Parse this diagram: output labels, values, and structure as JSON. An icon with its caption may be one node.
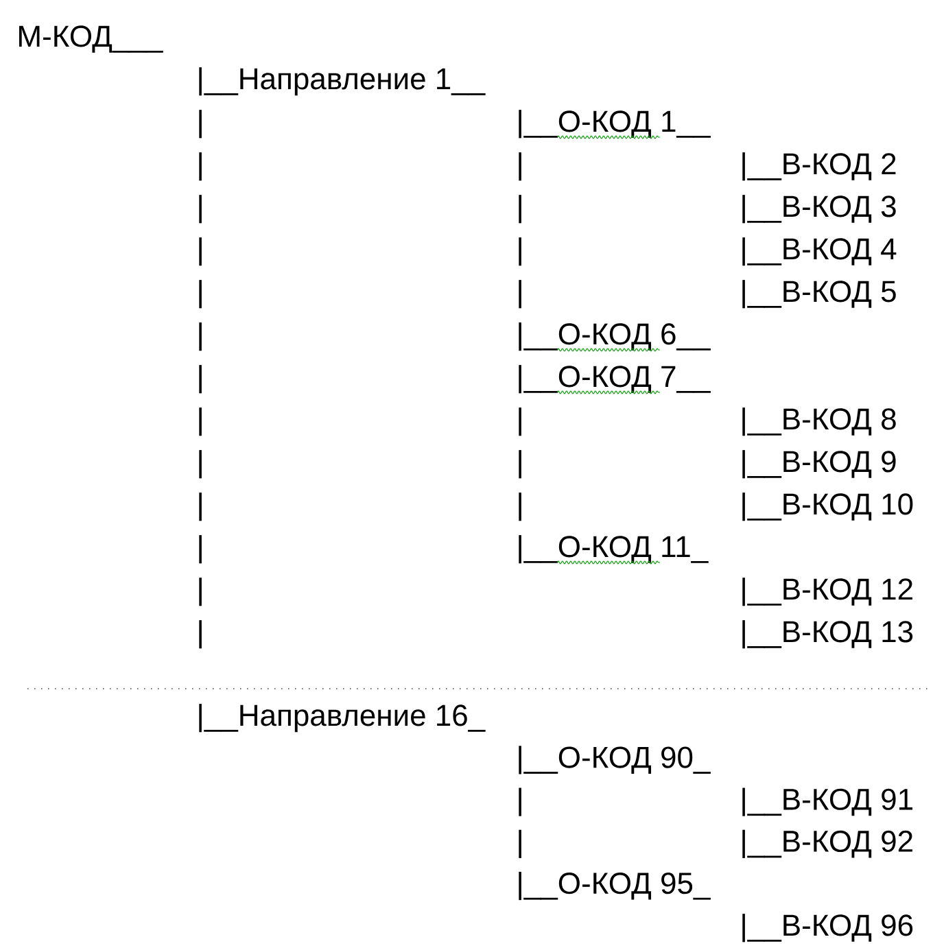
{
  "diagram": {
    "labels": [
      "М-КОД___",
      "|__Направление 1__",
      "|",
      "|__О-КОД 1__",
      "|",
      "|",
      "|__В-КОД 2",
      "|",
      "|",
      "|__В-КОД 3",
      "|",
      "|",
      "|__В-КОД 4",
      "|",
      "|",
      "|__В-КОД 5",
      "|",
      "|__О-КОД 6__",
      "|",
      "|__О-КОД 7__",
      "|",
      "|",
      "|__В-КОД 8",
      "|",
      "|",
      "|__В-КОД 9",
      "|",
      "|",
      "|__В-КОД 10",
      "|",
      "|__О-КОД 11_",
      "|",
      "|__В-КОД 12",
      "|",
      "|__В-КОД 13",
      "|__Направление 16_",
      "|__О-КОД 90_",
      "|",
      "|__В-КОД 91",
      "|",
      "|__В-КОД 92",
      "|__О-КОД 95_",
      "|__В-КОД 96"
    ]
  }
}
